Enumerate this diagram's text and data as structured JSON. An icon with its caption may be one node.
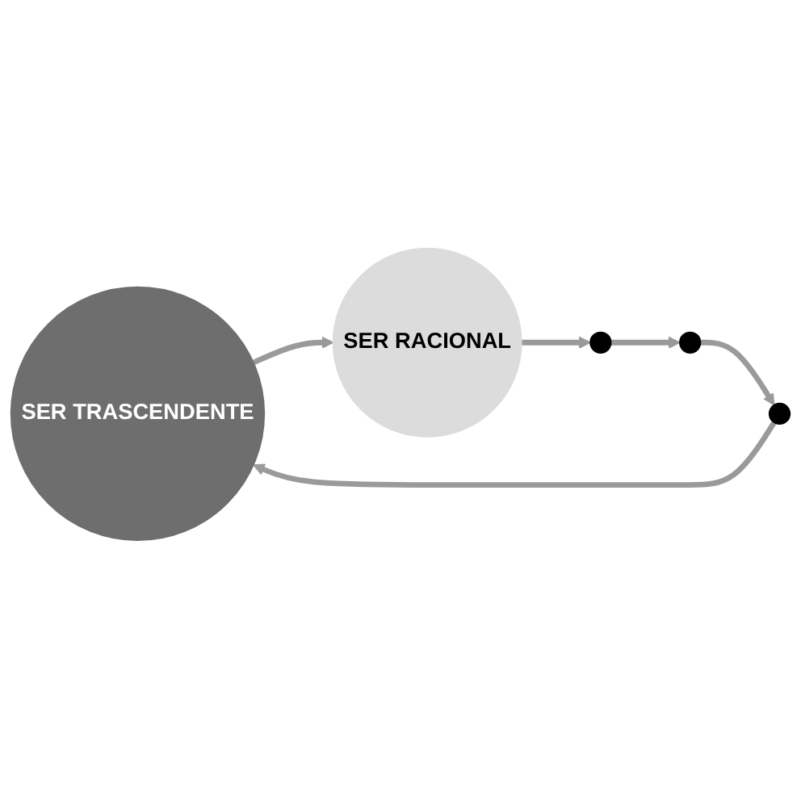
{
  "diagram": {
    "nodes": [
      {
        "text": [
          "SER TRASCENDENTE"
        ]
      },
      {
        "text": [
          "SER RACIONAL"
        ]
      },
      {
        "text": [],
        "shape": "circle"
      },
      {
        "text": [],
        "shape": "circle"
      },
      {
        "text": [],
        "shape": "circle"
      }
    ],
    "edges": [
      {
        "from": 0,
        "to": 1,
        "arrow": "to"
      },
      {
        "from": 1,
        "to": 2,
        "arrow": "to"
      },
      {
        "from": 2,
        "to": 3,
        "arrow": "to"
      },
      {
        "from": 3,
        "to": 4,
        "arrow": "to"
      },
      {
        "from": 4,
        "to": 0,
        "arrow": "to"
      }
    ]
  }
}
